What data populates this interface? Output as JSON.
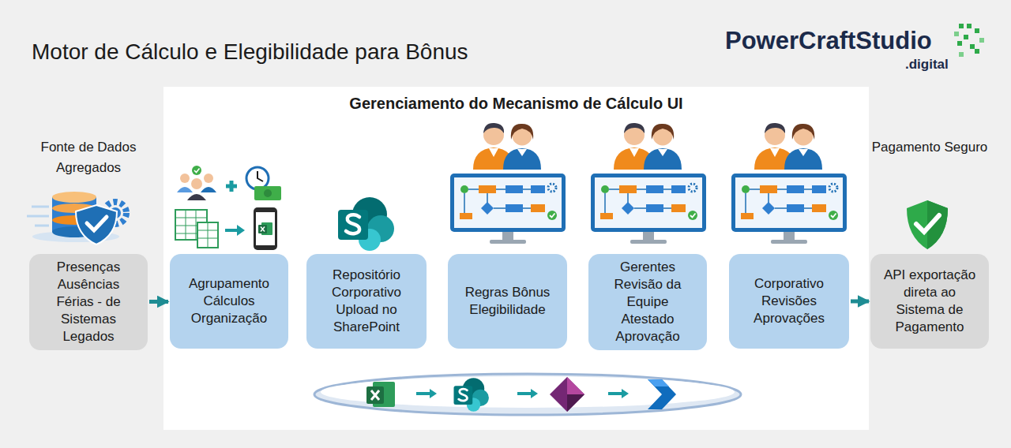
{
  "diagram": {
    "title": "Motor de Cálculo e Elegibilidade para Bônus",
    "nodes": [
      {
        "text": [
          "Fonte de Dados Agregados",
          "Presenças Ausências Férias - de Sistemas Legados"
        ]
      },
      {
        "text": [
          "Gerenciamento do Mecanismo de Cálculo UI"
        ]
      },
      {
        "text": [
          "Agrupamento Cálculos Organização"
        ],
        "in": 1
      },
      {
        "text": [
          "Repositório Corporativo Upload no SharePoint"
        ],
        "in": 1
      },
      {
        "text": [
          "Regras Bônus Elegibilidade"
        ],
        "in": 1
      },
      {
        "text": [
          "Gerentes Revisão da Equipe Atestado Aprovação"
        ],
        "in": 1
      },
      {
        "text": [
          "Corporativo Revisões Aprovações"
        ],
        "in": 1
      },
      {
        "text": [
          "Pagamento Seguro",
          "API exportação direta ao Sistema de Pagamento"
        ]
      }
    ],
    "edges": [
      {
        "from": 0,
        "to": 2,
        "arrow": "to"
      },
      {
        "from": 6,
        "to": 7,
        "arrow": "to"
      }
    ],
    "labels": [
      "PowerCraftStudio",
      ".digital"
    ]
  }
}
